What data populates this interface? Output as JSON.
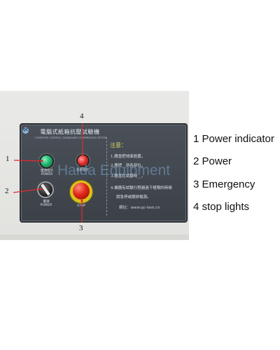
{
  "panel": {
    "logo": "QC",
    "title": "電腦式紙箱抗壓試驗機",
    "subtitle": "COMPUTER CONTROL CARDBOARD COMPRESSION TESTER",
    "notice_heading": "注意：",
    "notice_lines": [
      "1.應當把地面設置。",
      "2.應把__到各部位。",
      "3.應當在試驗時__。",
      "4.機器有試驗行程越過下極限的時候",
      "請急停或關掉電源。"
    ],
    "notice_url": "網址：www.qc-test.cn",
    "labels": {
      "power_indicator": "電源指示\nPOWER",
      "stop_light": "急停指示",
      "power": "電源\nPOWER",
      "emergency": "STOP"
    }
  },
  "watermark": "Haida Equipment",
  "callouts": {
    "c1": "1",
    "c2": "2",
    "c3": "3",
    "c4": "4"
  },
  "legend": [
    "1 Power indicator",
    "2 Power",
    "3 Emergency",
    "4 stop lights"
  ],
  "colors": {
    "indicator_green": "#1fb871",
    "stop_light_red": "#e02a2a",
    "emergency_red": "#e02718",
    "panel": "#43484f"
  }
}
